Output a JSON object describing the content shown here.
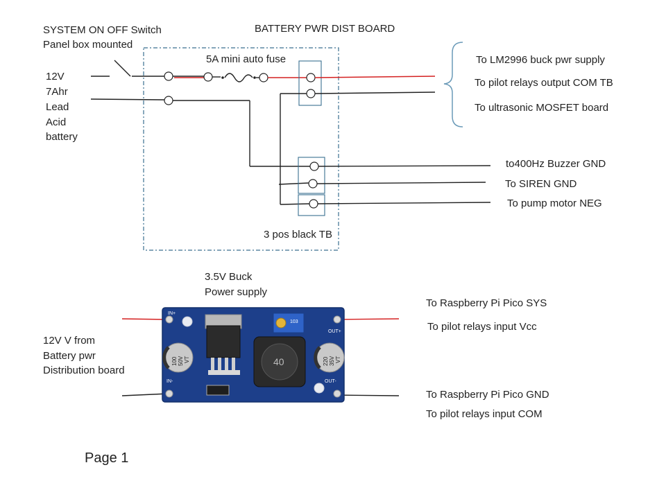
{
  "diagram": {
    "board_title": "BATTERY PWR DIST BOARD",
    "switch_label": [
      "SYSTEM ON OFF Switch",
      "Panel box mounted"
    ],
    "battery_label": [
      "12V",
      "7Ahr",
      "Lead",
      "Acid",
      "battery"
    ],
    "fuse_label": "5A mini  auto fuse",
    "tb_label": "3 pos black TB",
    "outputs_pos": [
      "To LM2996 buck pwr supply",
      "To pilot relays output COM TB",
      "To ultrasonic MOSFET board"
    ],
    "outputs_gnd": [
      "to400Hz Buzzer GND",
      "To SIREN GND",
      "To pump  motor NEG"
    ],
    "buck_label": [
      "3.5V  Buck",
      "Power supply"
    ],
    "buck_input_label": [
      "12V  V from",
      "Battery pwr",
      "Distribution  board"
    ],
    "buck_outputs_pos": [
      "To Raspberry Pi Pico  SYS",
      "To pilot relays input Vcc"
    ],
    "buck_outputs_gnd": [
      "To Raspberry Pi Pico  GND",
      "To pilot relays input COM"
    ],
    "buck_board": {
      "pin_in_plus": "IN+",
      "pin_in_minus": "IN-",
      "pin_out_plus": "OUT+",
      "pin_out_minus": "OUT-",
      "cap_in": [
        "100",
        "50V",
        "VT"
      ],
      "cap_out": [
        "220",
        "35V",
        "VT"
      ],
      "pot_code": "103",
      "inductor": "40"
    },
    "page_label": "Page 1"
  },
  "colors": {
    "positive_wire": "#d42020",
    "negative_wire": "#222222",
    "board_outline": "#3a6f8f",
    "pcb": "#1d3f8a",
    "brace": "#6a9ab8"
  }
}
